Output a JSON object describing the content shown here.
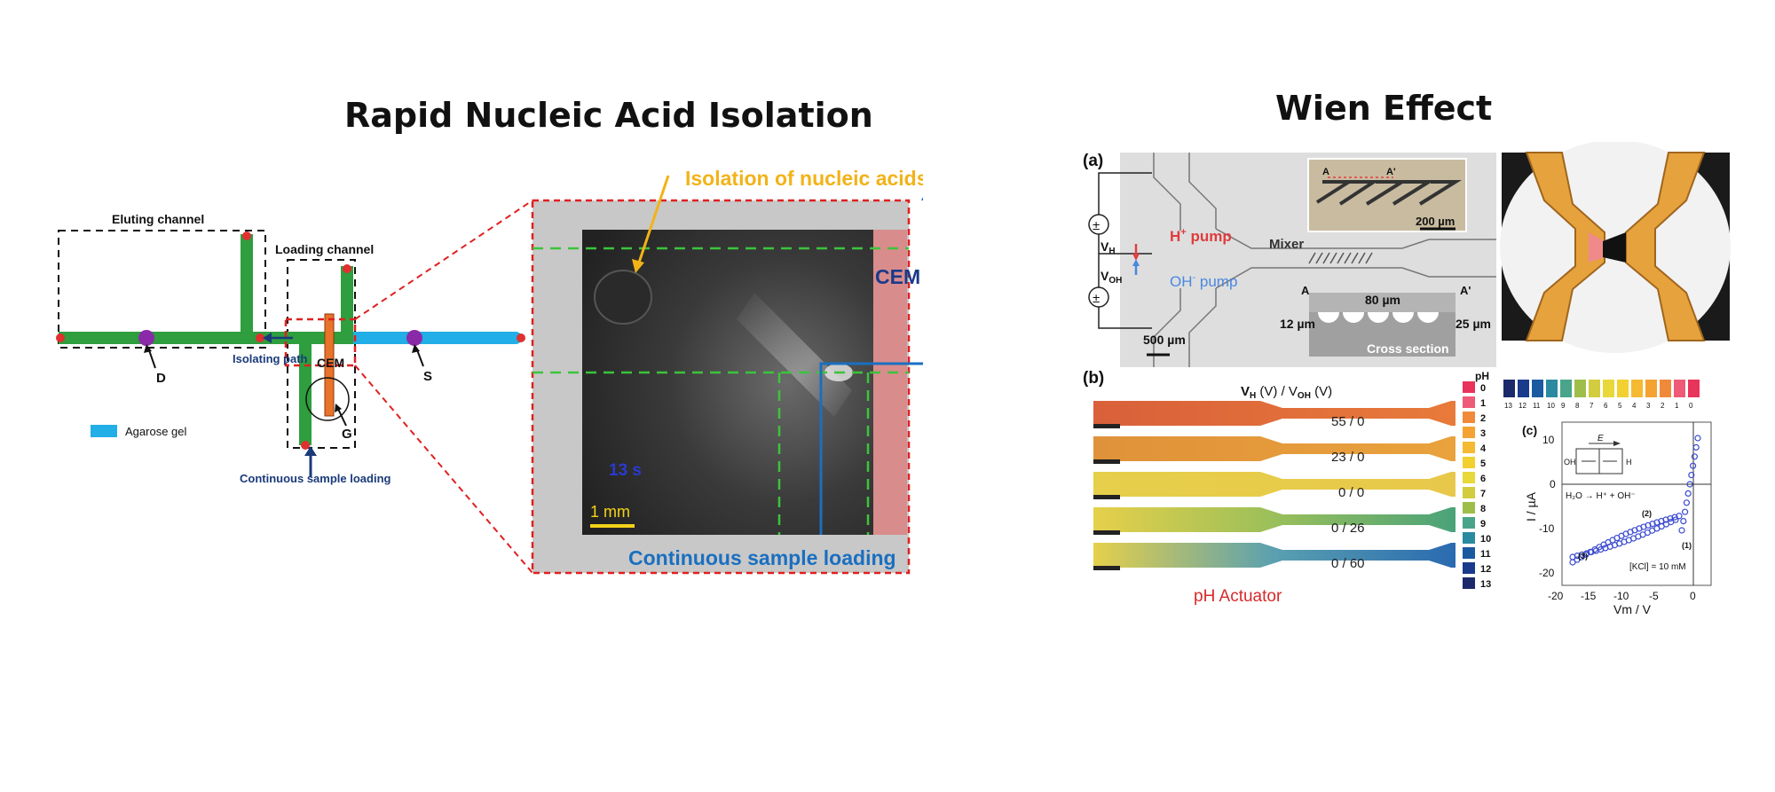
{
  "left": {
    "title": "Rapid Nucleic Acid Isolation",
    "labels": {
      "eluting_channel": "Eluting channel",
      "loading_channel": "Loading channel",
      "isolating_path": "Isolating path",
      "cem": "CEM",
      "g": "G",
      "d": "D",
      "s": "S",
      "agarose_gel": "Agarose gel",
      "continuous_sample_loading": "Continuous sample loading"
    },
    "zoom": {
      "isolation_label": "Isolation of nucleic acids",
      "cem_label": "CEM",
      "time_label": "13 s",
      "scale_label": "1 mm",
      "continuous_label": "Continuous sample loading"
    },
    "colors": {
      "channel_green": "#2e9e3e",
      "gel_blue": "#22aee6",
      "cem_orange": "#e8732a",
      "dashed_red": "#e02020",
      "dashed_green": "#3cc43c",
      "arrow_blue": "#1a6fc0",
      "label_yellow": "#f2b319"
    }
  },
  "right": {
    "title": "Wien Effect",
    "panel_a": {
      "tag": "(a)",
      "vh": "V",
      "vh_sub": "H",
      "voh": "V",
      "voh_sub": "OH",
      "plus_minus": "±",
      "h_pump": "H",
      "h_pump_sup": "+",
      "h_pump_rest": " pump",
      "oh_pump": "OH",
      "oh_pump_sup": "-",
      "oh_pump_rest": " pump",
      "mixer": "Mixer",
      "inset_a": "A",
      "inset_a_prime": "A'",
      "inset_scale": "200 µm",
      "cs_a": "A",
      "cs_a_prime": "A'",
      "cs_80": "80 µm",
      "cs_12": "12 µm",
      "cs_25": "25 µm",
      "cs_label": "Cross  section",
      "scale_500": "500 µm"
    },
    "panel_b": {
      "tag": "(b)",
      "header_v": "V",
      "header_h": "H",
      "header_mid": " (V) / V",
      "header_oh": "OH",
      "header_end": " (V)",
      "strip_labels": [
        "55 / 0",
        "23 / 0",
        "0 / 0",
        "0 / 26",
        "0 / 60"
      ],
      "ph_title": "pH",
      "ph_values": [
        "0",
        "1",
        "2",
        "3",
        "4",
        "5",
        "6",
        "7",
        "8",
        "9",
        "10",
        "11",
        "12",
        "13"
      ],
      "actuator_label": "pH Actuator"
    },
    "color_swatch_labels": [
      "13",
      "12",
      "11",
      "10",
      "9",
      "8",
      "7",
      "6",
      "5",
      "4",
      "3",
      "2",
      "1",
      "0"
    ],
    "panel_c": {
      "tag": "(c)",
      "ylabel": "I / µA",
      "xlabel": "Vm / V",
      "yticks": [
        "10",
        "0",
        "-10",
        "-20"
      ],
      "xticks": [
        "-20",
        "-15",
        "-10",
        "-5",
        "0"
      ],
      "e_label": "E",
      "oh_label": "OH",
      "h_label": "H",
      "reaction": "H₂O → H⁺ + OH⁻",
      "kcl": "[KCl] = 10 mM",
      "annot_1": "(1)",
      "annot_2": "(2)",
      "annot_3": "(3)"
    }
  }
}
